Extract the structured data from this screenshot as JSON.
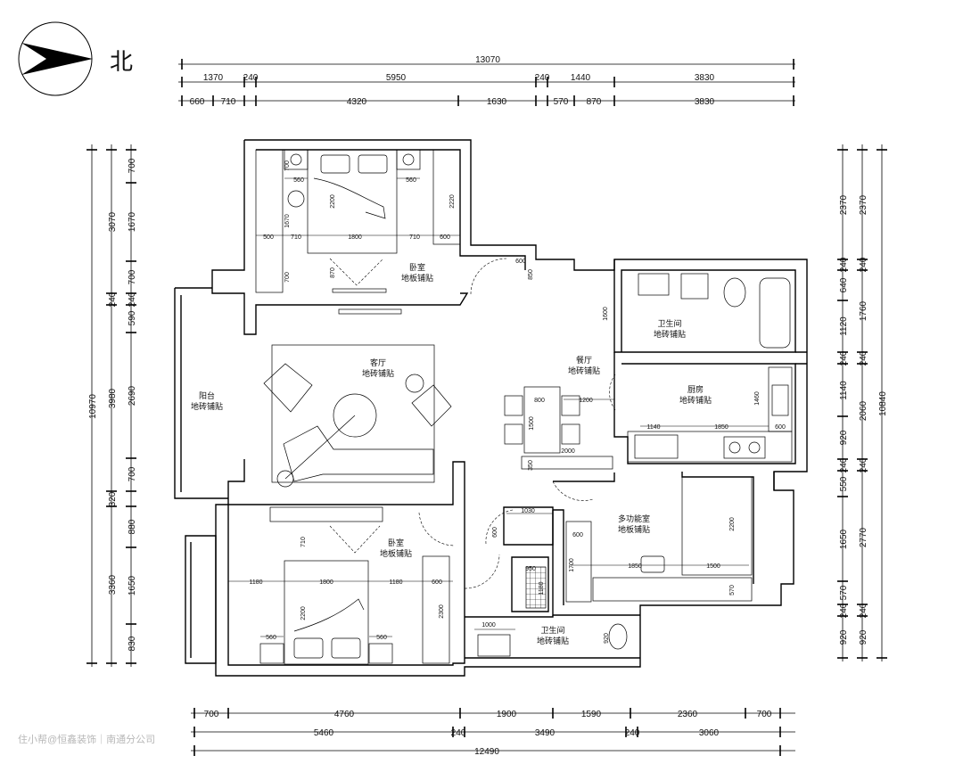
{
  "compass": {
    "north_label": "北"
  },
  "dims_top": {
    "row1": [
      "13070"
    ],
    "row2": [
      "1370",
      "240",
      "5950",
      "240",
      "1440",
      "3830"
    ],
    "row3": [
      "660",
      "710",
      "4320",
      "1630",
      "570",
      "870",
      "3830"
    ]
  },
  "dims_bottom": {
    "row1": [
      "700",
      "4760",
      "1900",
      "1590",
      "2360",
      "700"
    ],
    "row2": [
      "5460",
      "240",
      "3490",
      "240",
      "3060"
    ],
    "row3": [
      "12490"
    ]
  },
  "dims_left": {
    "outer": [
      "10970"
    ],
    "mid": [
      "3070",
      "240",
      "3980",
      "320",
      "3360"
    ],
    "inner": [
      "700",
      "1670",
      "700",
      "240",
      "590",
      "2690",
      "700",
      "880",
      "1650",
      "830"
    ]
  },
  "dims_right": {
    "outer": [
      "10840"
    ],
    "mid": [
      "2370",
      "240",
      "1760",
      "240",
      "2060",
      "240",
      "2770",
      "240",
      "920"
    ],
    "inner": [
      "2370",
      "240",
      "640",
      "1120",
      "240",
      "1140",
      "920",
      "240",
      "550",
      "1650",
      "570",
      "240",
      "920"
    ]
  },
  "rooms": {
    "bedroom_north": {
      "name": "卧室",
      "floor": "地板铺贴"
    },
    "living": {
      "name": "客厅",
      "floor": "地砖铺贴"
    },
    "balcony": {
      "name": "阳台",
      "floor": "地砖铺贴"
    },
    "dining": {
      "name": "餐厅",
      "floor": "地砖铺贴"
    },
    "bath_north": {
      "name": "卫生间",
      "floor": "地砖铺贴"
    },
    "kitchen": {
      "name": "厨房",
      "floor": "地砖铺贴"
    },
    "multi": {
      "name": "多功能室",
      "floor": "地板铺贴"
    },
    "bedroom_south": {
      "name": "卧室",
      "floor": "地板铺贴"
    },
    "bath_south": {
      "name": "卫生间",
      "floor": "地砖铺贴"
    }
  },
  "inner_dims": {
    "bn_500": "500",
    "bn_710a": "710",
    "bn_1800": "1800",
    "bn_710b": "710",
    "bn_600": "600",
    "bn_560a": "560",
    "bn_560b": "560",
    "bn_700a": "700",
    "bn_1670": "1670",
    "bn_2200": "2200",
    "bn_2220": "2220",
    "bn_870": "870",
    "bn_700b": "700",
    "bn_600b": "600",
    "bn_850": "850",
    "bs_1180a": "1180",
    "bs_1800": "1800",
    "bs_1180b": "1180",
    "bs_600": "600",
    "bs_560a": "560",
    "bs_560b": "560",
    "bs_710": "710",
    "bs_2200": "2200",
    "bs_2300": "2300",
    "d_800": "800",
    "d_1200": "1200",
    "d_1500": "1500",
    "d_2000": "2000",
    "d_350": "350",
    "d_1600": "1600",
    "k_1140": "1140",
    "k_1850": "1850",
    "k_600": "600",
    "k_1460": "1460",
    "m_1030": "1030",
    "m_600a": "600",
    "m_600b": "600",
    "m_1700": "1700",
    "m_1850": "1850",
    "m_1500": "1500",
    "m_570": "570",
    "m_2200": "2200",
    "m_950": "950",
    "m_1180": "1180",
    "bt_1000": "1000",
    "bt_920": "920"
  },
  "watermark": "住小帮@恒鑫装饰｜南通分公司"
}
